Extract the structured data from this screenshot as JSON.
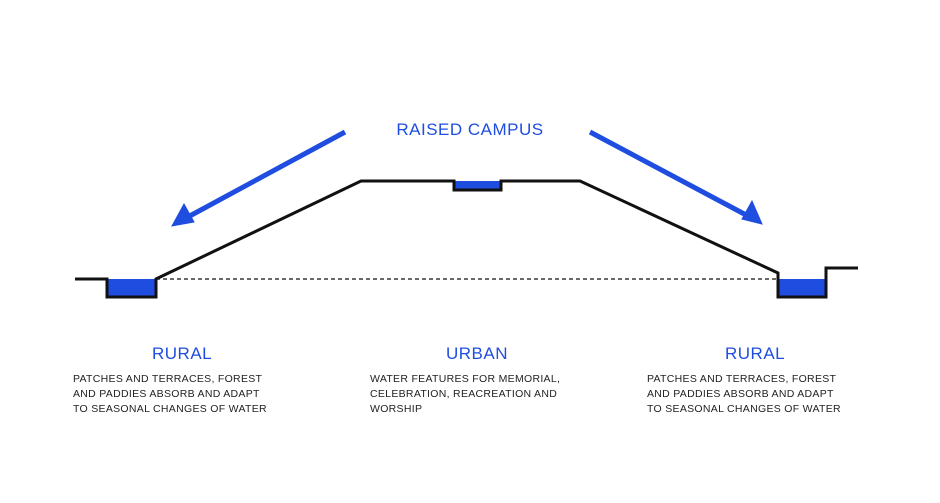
{
  "title": "RAISED CAMPUS",
  "sections": [
    {
      "heading": "RURAL",
      "text": "PATCHES AND TERRACES, FOREST\nAND PADDIES ABSORB AND ADAPT\nTO SEASONAL CHANGES OF WATER"
    },
    {
      "heading": "URBAN",
      "text": "WATER FEATURES FOR MEMORIAL,\nCELEBRATION, REACREATION AND\nWORSHIP"
    },
    {
      "heading": "RURAL",
      "text": "PATCHES AND TERRACES, FOREST\nAND PADDIES ABSORB AND ADAPT\nTO SEASONAL CHANGES OF WATER"
    }
  ],
  "colors": {
    "accent": "#1f4de0",
    "line": "#111111"
  }
}
